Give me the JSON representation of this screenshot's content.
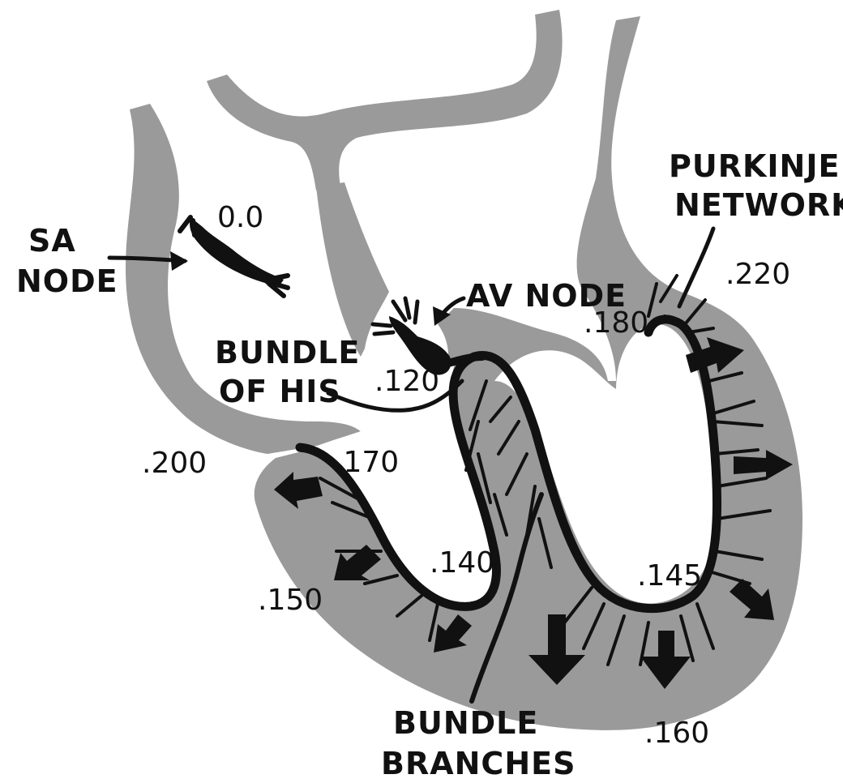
{
  "labels": {
    "sa_node_line1": "SA",
    "sa_node_line2": "NODE",
    "av_node": "AV NODE",
    "bundle_of_his_line1": "BUNDLE",
    "bundle_of_his_line2": "OF HIS",
    "purkinje_line1": "PURKINJE",
    "purkinje_line2": "NETWORK",
    "bundle_branches_line1": "BUNDLE",
    "bundle_branches_line2": "BRANCHES"
  },
  "timings": {
    "sa": "0.0",
    "his": ".120",
    "right_bundle_top": ".180",
    "left_upper": ".220",
    "septum_left_outer": ".200",
    "septum_left_inner": ".170",
    "left_base": ".150",
    "left_apex_inner": ".140",
    "right_apex_inner": ".145",
    "apex": ".160"
  },
  "colors": {
    "tissue": "#9a9a9a",
    "ink": "#111111",
    "background": "#ffffff"
  }
}
